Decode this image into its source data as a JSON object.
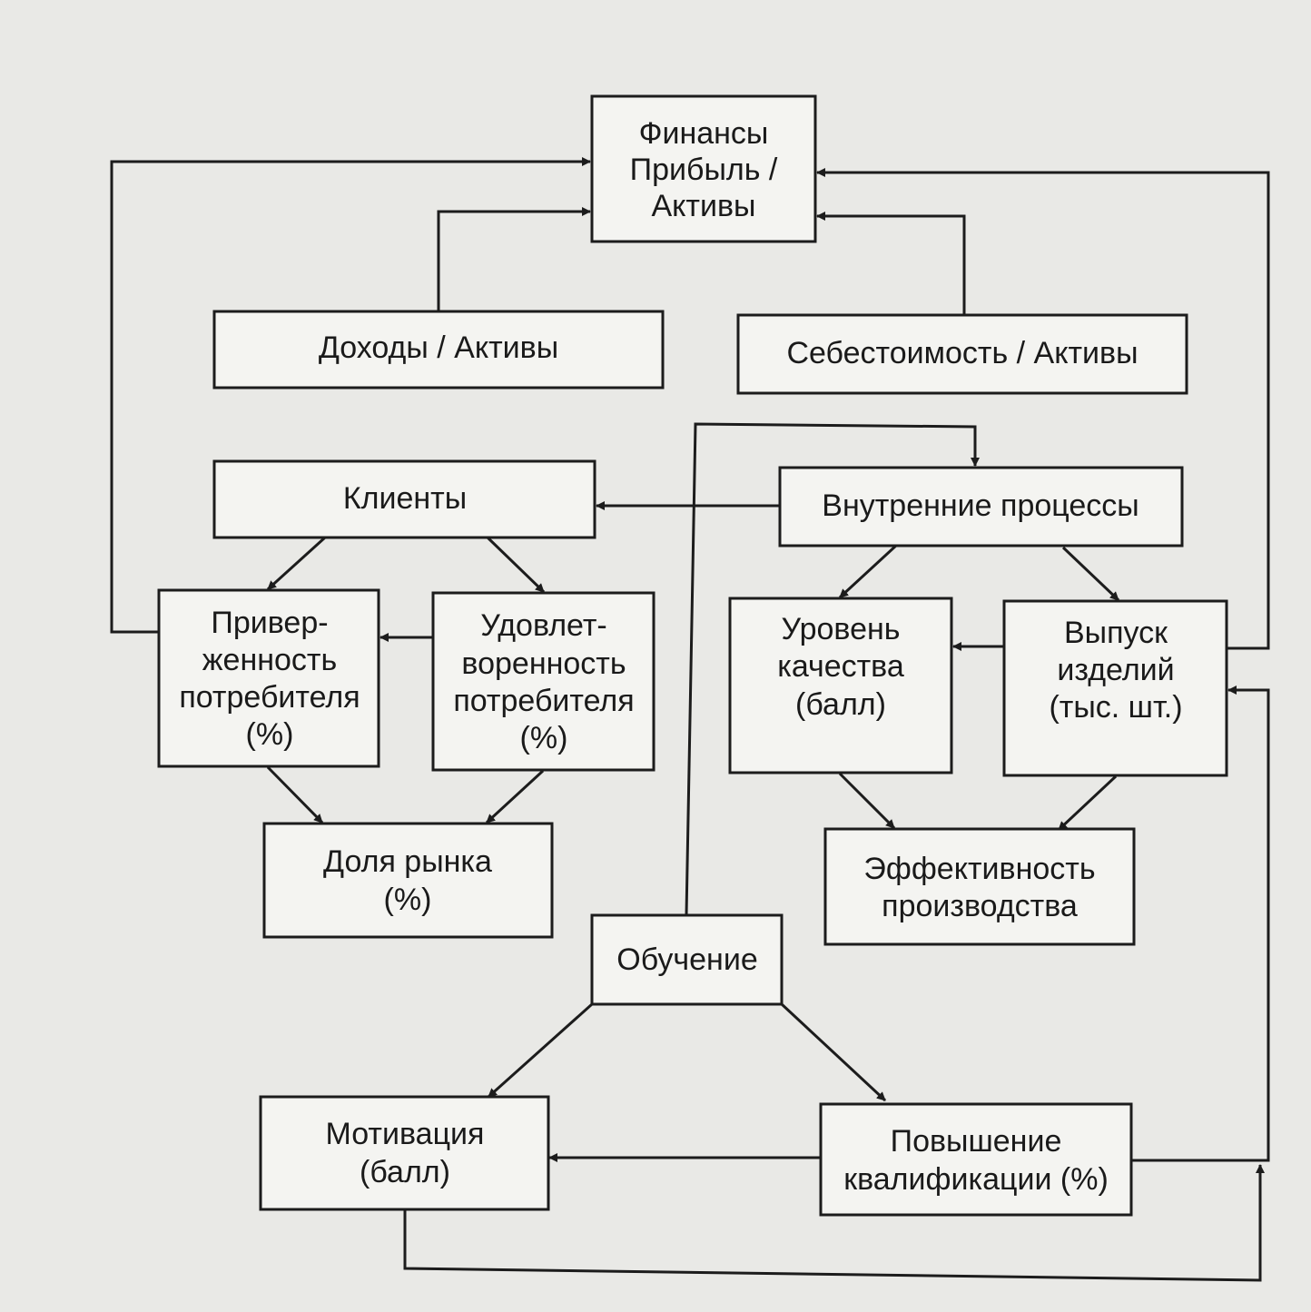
{
  "colors": {
    "background": "#e9e9e6",
    "box_fill": "#f4f4f1",
    "line": "#1c1c1c",
    "text": "#1a1a1a"
  },
  "nodes": {
    "finance": {
      "lines": [
        "Финансы",
        "Прибыль /",
        "Активы"
      ]
    },
    "income": {
      "lines": [
        "Доходы / Активы"
      ]
    },
    "cost": {
      "lines": [
        "Себестоимость / Активы"
      ]
    },
    "clients": {
      "lines": [
        "Клиенты"
      ]
    },
    "internal": {
      "lines": [
        "Внутренние процессы"
      ]
    },
    "loyalty": {
      "lines": [
        "Привер-",
        "женность",
        "потребителя",
        "(%)"
      ]
    },
    "satisfaction": {
      "lines": [
        "Удовлет-",
        "воренность",
        "потребителя",
        "(%)"
      ]
    },
    "quality": {
      "lines": [
        "Уровень",
        "качества",
        "(балл)"
      ]
    },
    "output": {
      "lines": [
        "Выпуск",
        "изделий",
        "(тыс. шт.)"
      ]
    },
    "share": {
      "lines": [
        "Доля рынка",
        "(%)"
      ]
    },
    "efficiency": {
      "lines": [
        "Эффективность",
        "производства"
      ]
    },
    "learning": {
      "lines": [
        "Обучение"
      ]
    },
    "motivation": {
      "lines": [
        "Мотивация",
        "(балл)"
      ]
    },
    "qualification": {
      "lines": [
        "Повышение",
        "квалификации (%)"
      ]
    }
  },
  "edges": [
    {
      "from": "income",
      "to": "finance"
    },
    {
      "from": "cost",
      "to": "finance"
    },
    {
      "from": "loyalty",
      "to": "finance"
    },
    {
      "from": "output",
      "to": "finance"
    },
    {
      "from": "internal",
      "to": "clients"
    },
    {
      "from": "clients",
      "to": "loyalty"
    },
    {
      "from": "clients",
      "to": "satisfaction"
    },
    {
      "from": "satisfaction",
      "to": "loyalty"
    },
    {
      "from": "loyalty",
      "to": "share"
    },
    {
      "from": "satisfaction",
      "to": "share"
    },
    {
      "from": "internal",
      "to": "quality"
    },
    {
      "from": "internal",
      "to": "output"
    },
    {
      "from": "output",
      "to": "quality"
    },
    {
      "from": "quality",
      "to": "efficiency"
    },
    {
      "from": "output",
      "to": "efficiency"
    },
    {
      "from": "learning",
      "to": "internal"
    },
    {
      "from": "learning",
      "to": "motivation"
    },
    {
      "from": "learning",
      "to": "qualification"
    },
    {
      "from": "qualification",
      "to": "motivation"
    },
    {
      "from": "qualification",
      "to": "output"
    },
    {
      "from": "motivation",
      "to": "output"
    }
  ]
}
